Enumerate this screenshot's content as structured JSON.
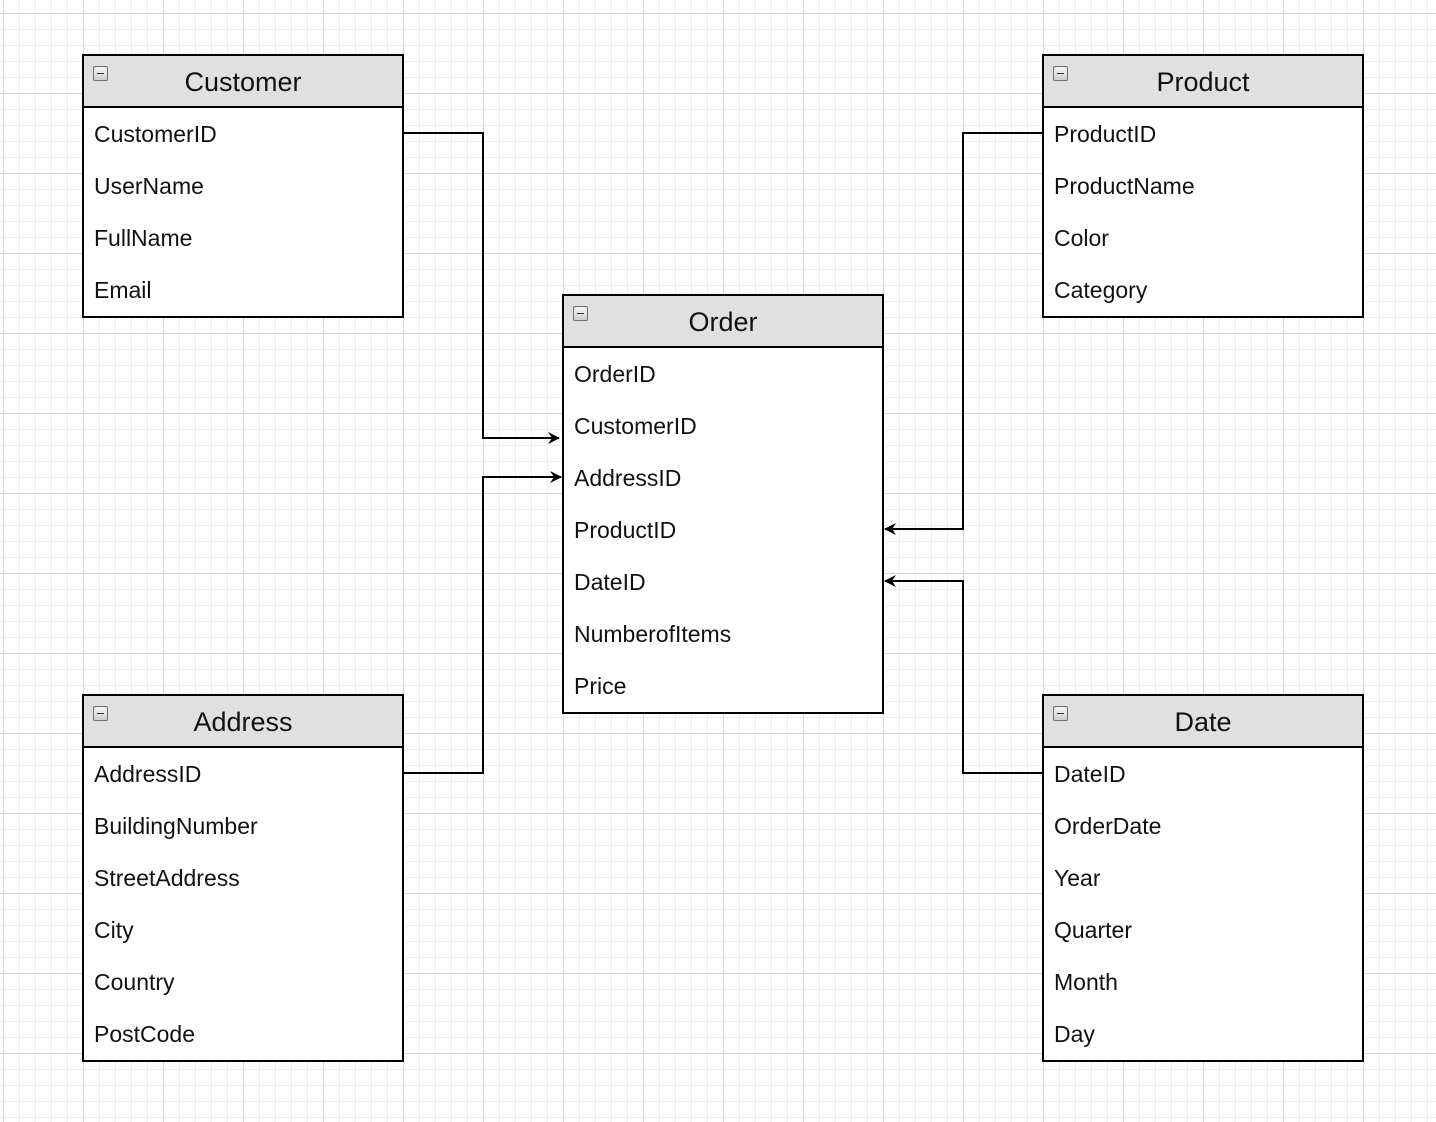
{
  "entities": {
    "customer": {
      "title": "Customer",
      "fields": [
        "CustomerID",
        "UserName",
        "FullName",
        "Email"
      ]
    },
    "product": {
      "title": "Product",
      "fields": [
        "ProductID",
        "ProductName",
        "Color",
        "Category"
      ]
    },
    "order": {
      "title": "Order",
      "fields": [
        "OrderID",
        "CustomerID",
        "AddressID",
        "ProductID",
        "DateID",
        "NumberofItems",
        "Price"
      ]
    },
    "address": {
      "title": "Address",
      "fields": [
        "AddressID",
        "BuildingNumber",
        "StreetAddress",
        "City",
        "Country",
        "PostCode"
      ]
    },
    "date": {
      "title": "Date",
      "fields": [
        "DateID",
        "OrderDate",
        "Year",
        "Quarter",
        "Month",
        "Day"
      ]
    }
  },
  "relationships": [
    {
      "from": "Customer.CustomerID",
      "to": "Order.CustomerID"
    },
    {
      "from": "Address.AddressID",
      "to": "Order.AddressID"
    },
    {
      "from": "Product.ProductID",
      "to": "Order.ProductID"
    },
    {
      "from": "Date.DateID",
      "to": "Order.DateID"
    }
  ],
  "colors": {
    "header_fill": "#e0e0e0",
    "border": "#000000",
    "grid_major": "#d4d4d4",
    "grid_minor": "#eeeeee"
  },
  "icons": {
    "collapse": "minus-square-icon"
  }
}
